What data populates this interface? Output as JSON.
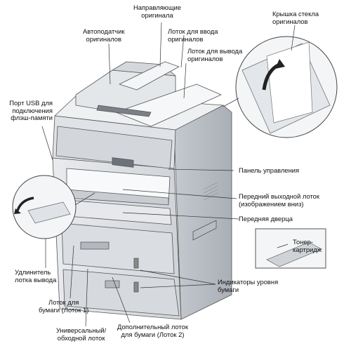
{
  "labels": {
    "adf": "Автоподатчик\nоригиналов",
    "guides": "Направляющие\nоригинала",
    "input_tray": "Лоток для ввода\nоригиналов",
    "output_tray": "Лоток для вывода\nоригиналов",
    "glass_cover": "Крышка стекла\nоригиналов",
    "usb_port": "Порт USB для\nподключения\nфлэш-памяти",
    "control_panel": "Панель управления",
    "front_output": "Передний выходной лоток\n(изображением вниз)",
    "front_door": "Передняя дверца",
    "toner": "Тонер-\nкартридж",
    "extender": "Удлинитель\nлотка вывода",
    "tray1": "Лоток для\nбумаги (Лоток 1)",
    "paper_level": "Индикаторы уровня\nбумаги",
    "mp_tray": "Универсальный/\nобходной лоток",
    "tray2": "Дополнительный лоток\nдля бумаги (Лоток 2)"
  }
}
